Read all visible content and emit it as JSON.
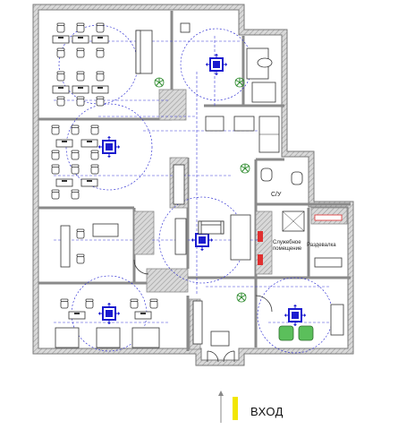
{
  "labels": {
    "wc": "С/У",
    "service_room_line1": "Служебное",
    "service_room_line2": "помещение",
    "locker_room": "Раздевалка",
    "entrance": "ВХОД"
  },
  "colors": {
    "wall": "#7a7a7a",
    "wall_hatch": "#b5b5b5",
    "furniture": "#333333",
    "ceiling_unit": "#1b1bcf",
    "duct_dashed": "#3a3ad8",
    "dimension": "#2d62c9",
    "plant": "#2e8b2e",
    "highlight_chair": "#5bbf5b",
    "service_red": "#e03030",
    "entrance_marker": "#f2e600"
  },
  "icons": [
    "ceiling-cassette-icon",
    "plant-icon",
    "entrance-arrow-icon",
    "door-swing-icon"
  ]
}
